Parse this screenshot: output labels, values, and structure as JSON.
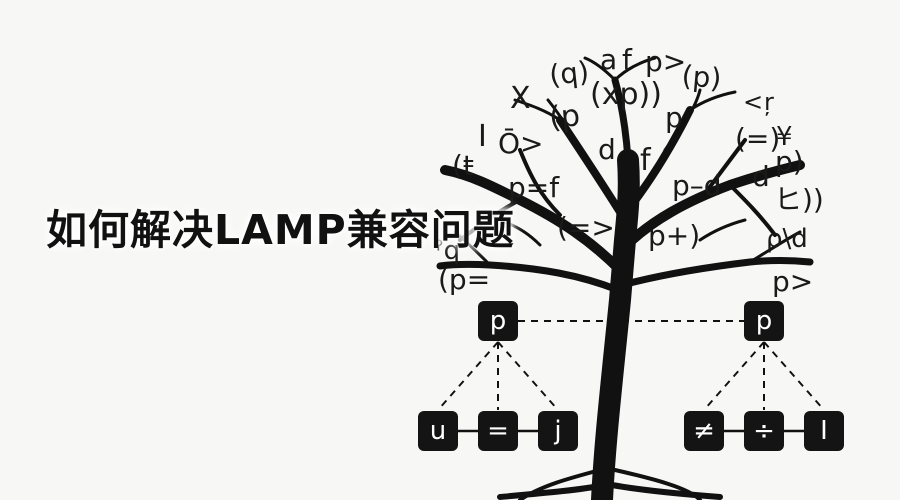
{
  "title": "如何解决LAMP兼容问题",
  "tree_symbols": [
    "(q)",
    "a",
    "f",
    "p>",
    "(p)",
    "X",
    "(xp))",
    "<",
    "ŗ",
    "(p",
    "p",
    "(=)",
    "¥",
    "I",
    "Ō>",
    "d",
    "f",
    "p)",
    "(ŧ",
    "p=f",
    "p–d",
    "d",
    "ヒ))",
    "ˀq",
    "(=>",
    "p+)",
    "ρ\\d",
    "(p=",
    "p>"
  ],
  "hierarchy": {
    "left_parent": "p",
    "right_parent": "p",
    "left_children": [
      "u",
      "=",
      "j"
    ],
    "right_children": [
      "≠",
      "÷",
      "I"
    ]
  }
}
